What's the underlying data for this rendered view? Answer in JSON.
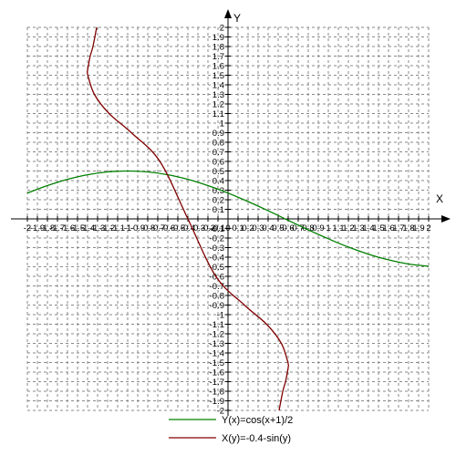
{
  "chart_data": {
    "type": "line",
    "xlabel": "X",
    "ylabel": "Y",
    "xlim": [
      -2,
      2
    ],
    "ylim": [
      -2,
      2
    ],
    "grid": true,
    "legend_position": "bottom",
    "x_ticks": [
      "-2",
      "-1.9",
      "-1.8",
      "-1.7",
      "-1.6",
      "-1.5",
      "-1.4",
      "-1.3",
      "-1.2",
      "-1.1",
      "-1",
      "-0.9",
      "-0.8",
      "-0.7",
      "-0.6",
      "-0.5",
      "-0.4",
      "-0.3",
      "-0.2",
      "-0.1",
      "0",
      "0.1",
      "0.2",
      "0.3",
      "0.4",
      "0.5",
      "0.6",
      "0.7",
      "0.8",
      "0.9",
      "1",
      "1.1",
      "1.2",
      "1.3",
      "1.4",
      "1.5",
      "1.6",
      "1.7",
      "1.8",
      "1.9",
      "2"
    ],
    "y_ticks": [
      "-2",
      "-1.9",
      "-1.8",
      "-1.7",
      "-1.6",
      "-1.5",
      "-1.4",
      "-1.3",
      "-1.2",
      "-1.1",
      "-1",
      "-0.9",
      "-0.8",
      "-0.7",
      "-0.6",
      "-0.5",
      "-0.4",
      "-0.3",
      "-0.2",
      "-0.1",
      "0.1",
      "0.2",
      "0.3",
      "0.4",
      "0.5",
      "0.6",
      "0.7",
      "0.8",
      "0.9",
      "1",
      "1.1",
      "1.2",
      "1.3",
      "1.4",
      "1.5",
      "1.6",
      "1.7",
      "1.8",
      "1.9",
      "2"
    ],
    "series": [
      {
        "name": "Y(x)=cos(x+1)/2",
        "color": "#008000",
        "x": [
          -2,
          -1.8,
          -1.6,
          -1.4,
          -1.2,
          -1,
          -0.8,
          -0.6,
          -0.4,
          -0.2,
          0,
          0.2,
          0.4,
          0.6,
          0.8,
          1,
          1.2,
          1.4,
          1.6,
          1.8,
          2
        ],
        "y": [
          0.27,
          0.348,
          0.413,
          0.461,
          0.49,
          0.5,
          0.49,
          0.461,
          0.413,
          0.348,
          0.27,
          0.181,
          0.085,
          -0.015,
          -0.114,
          -0.208,
          -0.294,
          -0.369,
          -0.428,
          -0.471,
          -0.495
        ]
      },
      {
        "name": "X(y)=-0.4-sin(y)",
        "color": "#800000",
        "x": [
          -1.309,
          -1.346,
          -1.374,
          -1.392,
          -1.4,
          -1.397,
          -1.332,
          -1.185,
          -0.964,
          -0.679,
          -0.4,
          -0.121,
          0.164,
          0.385,
          0.532,
          0.597,
          0.6,
          0.592,
          0.574,
          0.546,
          0.509
        ],
        "y": [
          2,
          1.8,
          1.7,
          1.6,
          1.55,
          1.5,
          1.3,
          1.1,
          0.9,
          0.6,
          0,
          -0.6,
          -0.9,
          -1.1,
          -1.3,
          -1.5,
          -1.55,
          -1.6,
          -1.7,
          -1.8,
          -2
        ]
      }
    ]
  }
}
